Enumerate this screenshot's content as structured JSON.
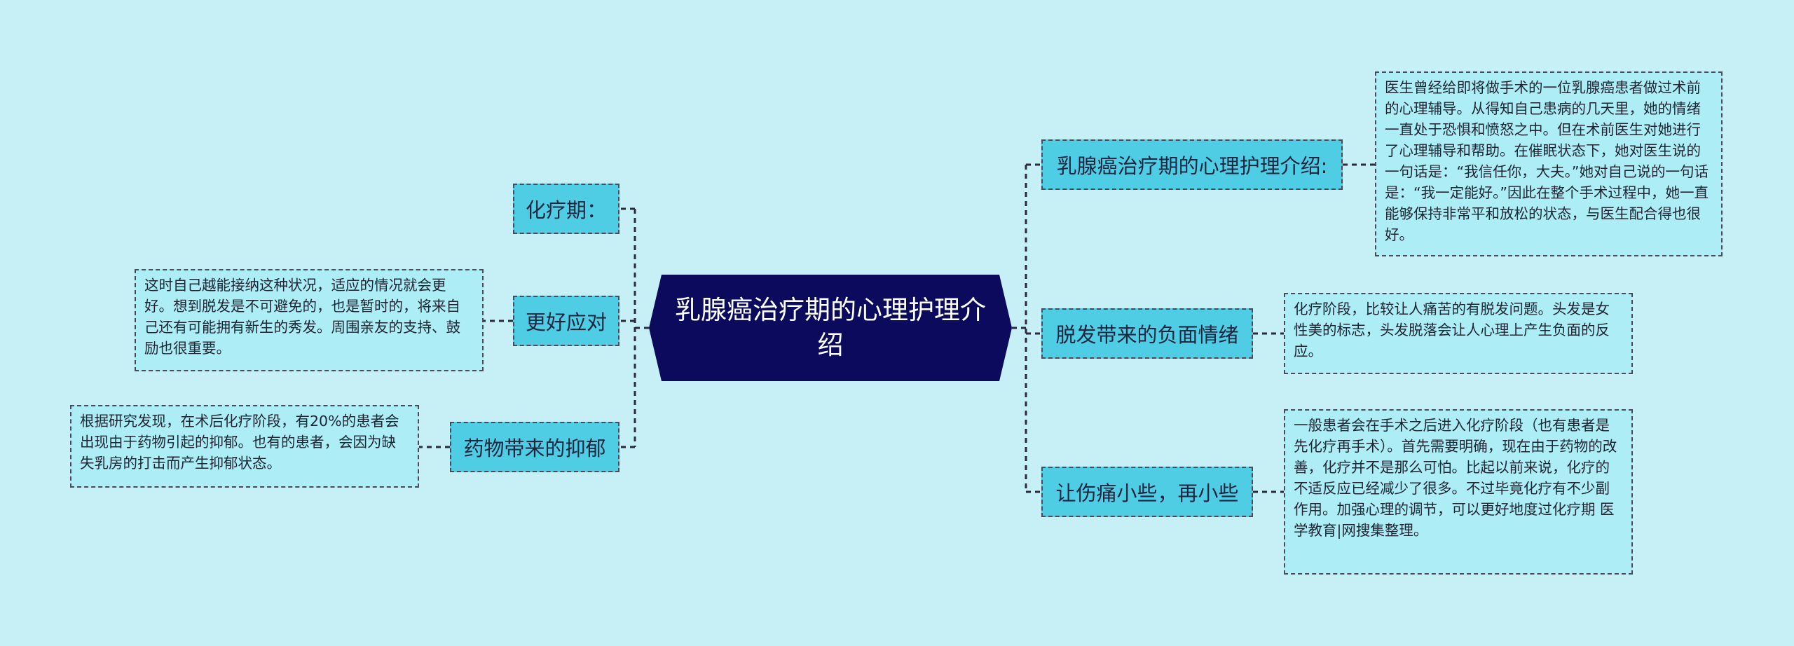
{
  "colors": {
    "background": "#c7eff6",
    "root_fill": "#0b0a5c",
    "node_fill": "#4fcde4",
    "note_fill": "#acedf6",
    "connector": "#2b2b3a"
  },
  "root": {
    "title": "乳腺癌治疗期的心理护理介绍"
  },
  "left_branches": [
    {
      "label": "化疗期：",
      "note": ""
    },
    {
      "label": "更好应对",
      "note": "这时自己越能接纳这种状况，适应的情况就会更好。想到脱发是不可避免的，也是暂时的，将来自己还有可能拥有新生的秀发。周围亲友的支持、鼓励也很重要。"
    },
    {
      "label": "药物带来的抑郁",
      "note": "根据研究发现，在术后化疗阶段，有20%的患者会出现由于药物引起的抑郁。也有的患者，会因为缺失乳房的打击而产生抑郁状态。"
    }
  ],
  "right_branches": [
    {
      "label": "乳腺癌治疗期的心理护理介绍:",
      "note": "医生曾经给即将做手术的一位乳腺癌患者做过术前的心理辅导。从得知自己患病的几天里，她的情绪一直处于恐惧和愤怒之中。但在术前医生对她进行了心理辅导和帮助。在催眠状态下，她对医生说的一句话是：“我信任你，大夫。”她对自己说的一句话是：“我一定能好。”因此在整个手术过程中，她一直能够保持非常平和放松的状态，与医生配合得也很好。"
    },
    {
      "label": "脱发带来的负面情绪",
      "note": "化疗阶段，比较让人痛苦的有脱发问题。头发是女性美的标志，头发脱落会让人心理上产生负面的反应。"
    },
    {
      "label": "让伤痛小些，再小些",
      "note": "一般患者会在手术之后进入化疗阶段（也有患者是先化疗再手术）。首先需要明确，现在由于药物的改善，化疗并不是那么可怕。比起以前来说，化疗的不适反应已经减少了很多。不过毕竟化疗有不少副作用。加强心理的调节，可以更好地度过化疗期 医学教育|网搜集整理。"
    }
  ]
}
